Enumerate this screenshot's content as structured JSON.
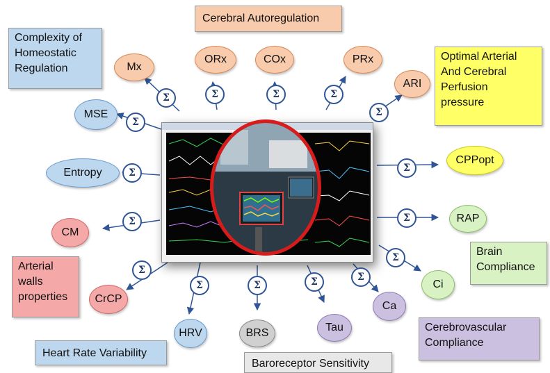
{
  "boxes": {
    "cerebral_autoregulation": "Cerebral Autoregulation",
    "complexity": "Complexity of\nHomeostatic\nRegulation",
    "optimal_perfusion": "Optimal Arterial\nAnd Cerebral\nPerfusion\npressure",
    "brain_compliance": "Brain\nCompliance",
    "arterial_walls": "Arterial\nwalls\nproperties",
    "heart_rate_variability": "Heart Rate Variability",
    "baroreceptor_sensitivity": "Baroreceptor Sensitivity",
    "cerebrovascular_compliance": "Cerebrovascular\nCompliance"
  },
  "nodes": {
    "mx": "Mx",
    "orx": "ORx",
    "cox": "COx",
    "prx": "PRx",
    "ari": "ARI",
    "mse": "MSE",
    "entropy": "Entropy",
    "cppopt": "CPPopt",
    "rap": "RAP",
    "cm": "CM",
    "ci": "Ci",
    "crcp": "CrCP",
    "ca": "Ca",
    "hrv": "HRV",
    "brs": "BRS",
    "tau": "Tau"
  },
  "sigma_symbol": "Σ",
  "colors": {
    "orange_fill": "#f8cbad",
    "blue_fill": "#bdd7ee",
    "yellow_fill": "#ffff66",
    "green_fill": "#d9f2c4",
    "red_fill": "#f4a9a8",
    "purple_fill": "#cbc0e0",
    "gray_fill": "#d0d0d0",
    "arrow": "#2f5597",
    "photo_ring": "#d81b1b"
  }
}
